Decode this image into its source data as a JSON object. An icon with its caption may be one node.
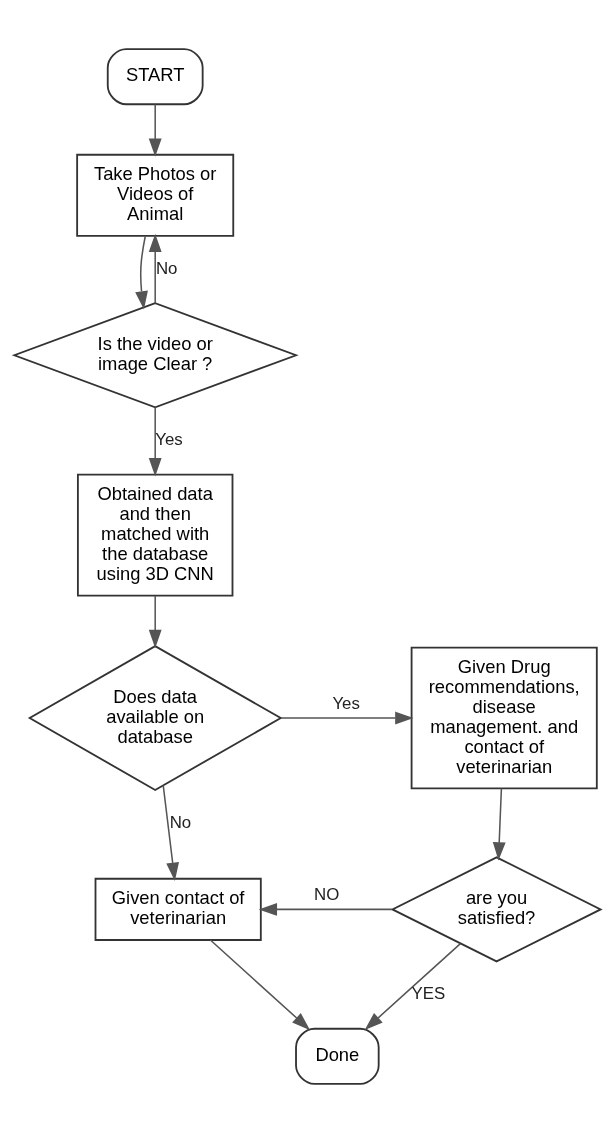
{
  "diagram": {
    "nodes": [
      {
        "text": [
          "START"
        ]
      },
      {
        "text": [
          "Take Photos or Videos of Animal"
        ]
      },
      {
        "text": [
          "Is the video or image Clear ?"
        ]
      },
      {
        "text": [
          "Obtained data and then matched with the database using 3D CNN"
        ]
      },
      {
        "text": [
          "Does data available on database"
        ]
      },
      {
        "text": [
          "Given Drug recommendations, disease management. and contact of veterinarian"
        ]
      },
      {
        "text": [
          "Given contact of veterinarian"
        ]
      },
      {
        "text": [
          "are you satisfied?"
        ]
      },
      {
        "text": [
          "Done"
        ]
      }
    ],
    "edges": [
      {
        "from": 0,
        "to": 1,
        "arrow": "to"
      },
      {
        "from": 1,
        "to": 2,
        "arrow": "to"
      },
      {
        "from": 2,
        "to": 1,
        "arrow": "to",
        "label": "No"
      },
      {
        "from": 2,
        "to": 3,
        "arrow": "to",
        "label": "Yes"
      },
      {
        "from": 3,
        "to": 4,
        "arrow": "to"
      },
      {
        "from": 4,
        "to": 5,
        "arrow": "to",
        "label": "Yes"
      },
      {
        "from": 4,
        "to": 6,
        "arrow": "to",
        "label": "No"
      },
      {
        "from": 5,
        "to": 7,
        "arrow": "to"
      },
      {
        "from": 7,
        "to": 6,
        "arrow": "to",
        "label": "NO"
      },
      {
        "from": 6,
        "to": 8,
        "arrow": "to"
      },
      {
        "from": 7,
        "to": 8,
        "arrow": "to",
        "label": "YES"
      }
    ]
  }
}
